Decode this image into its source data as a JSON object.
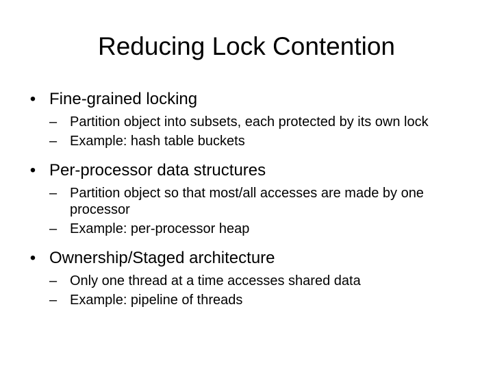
{
  "slide": {
    "title": "Reducing Lock Contention",
    "bullet_glyph": "•",
    "dash_glyph": "–",
    "items": [
      {
        "text": "Fine-grained locking",
        "subitems": [
          "Partition object into subsets, each protected by its own lock",
          "Example: hash table buckets"
        ]
      },
      {
        "text": "Per-processor data structures",
        "subitems": [
          "Partition object so that most/all accesses are made by one processor",
          "Example: per-processor heap"
        ]
      },
      {
        "text": "Ownership/Staged architecture",
        "subitems": [
          "Only one thread at a time accesses shared data",
          "Example: pipeline of threads"
        ]
      }
    ]
  }
}
